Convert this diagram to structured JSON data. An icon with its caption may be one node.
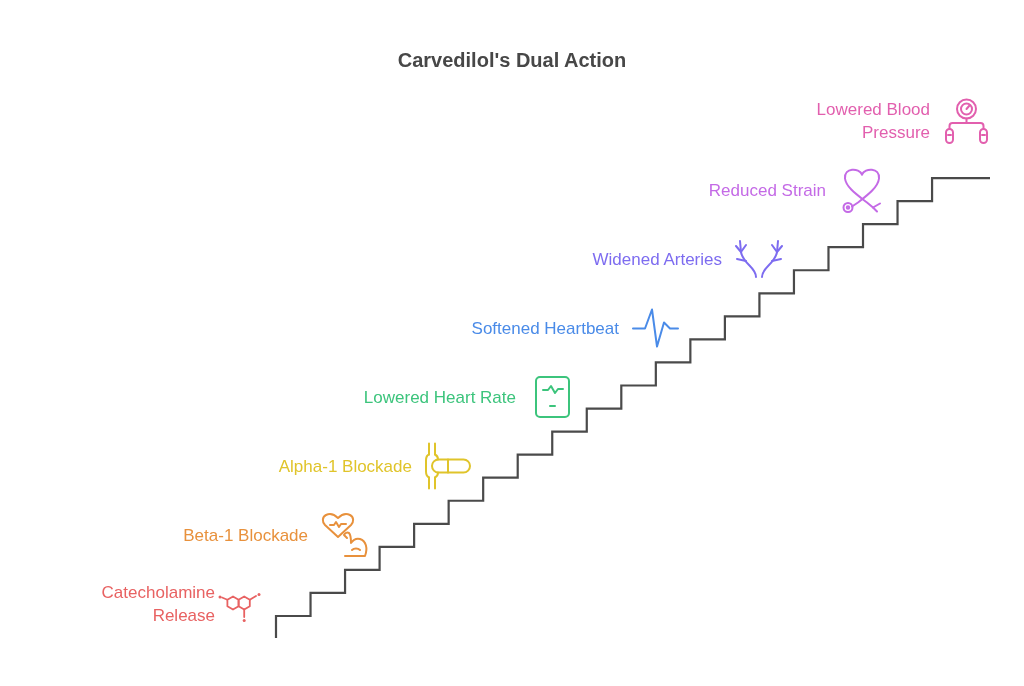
{
  "diagram": {
    "title": "Carvedilol's Dual Action",
    "labels": [
      "Lowered Blood Pressure",
      "Reduced Strain",
      "Widened Arteries",
      "Softened Heartbeat",
      "Lowered Heart Rate",
      "Alpha-1 Blockade",
      "Beta-1 Blockade",
      "Catecholamine Release"
    ]
  }
}
